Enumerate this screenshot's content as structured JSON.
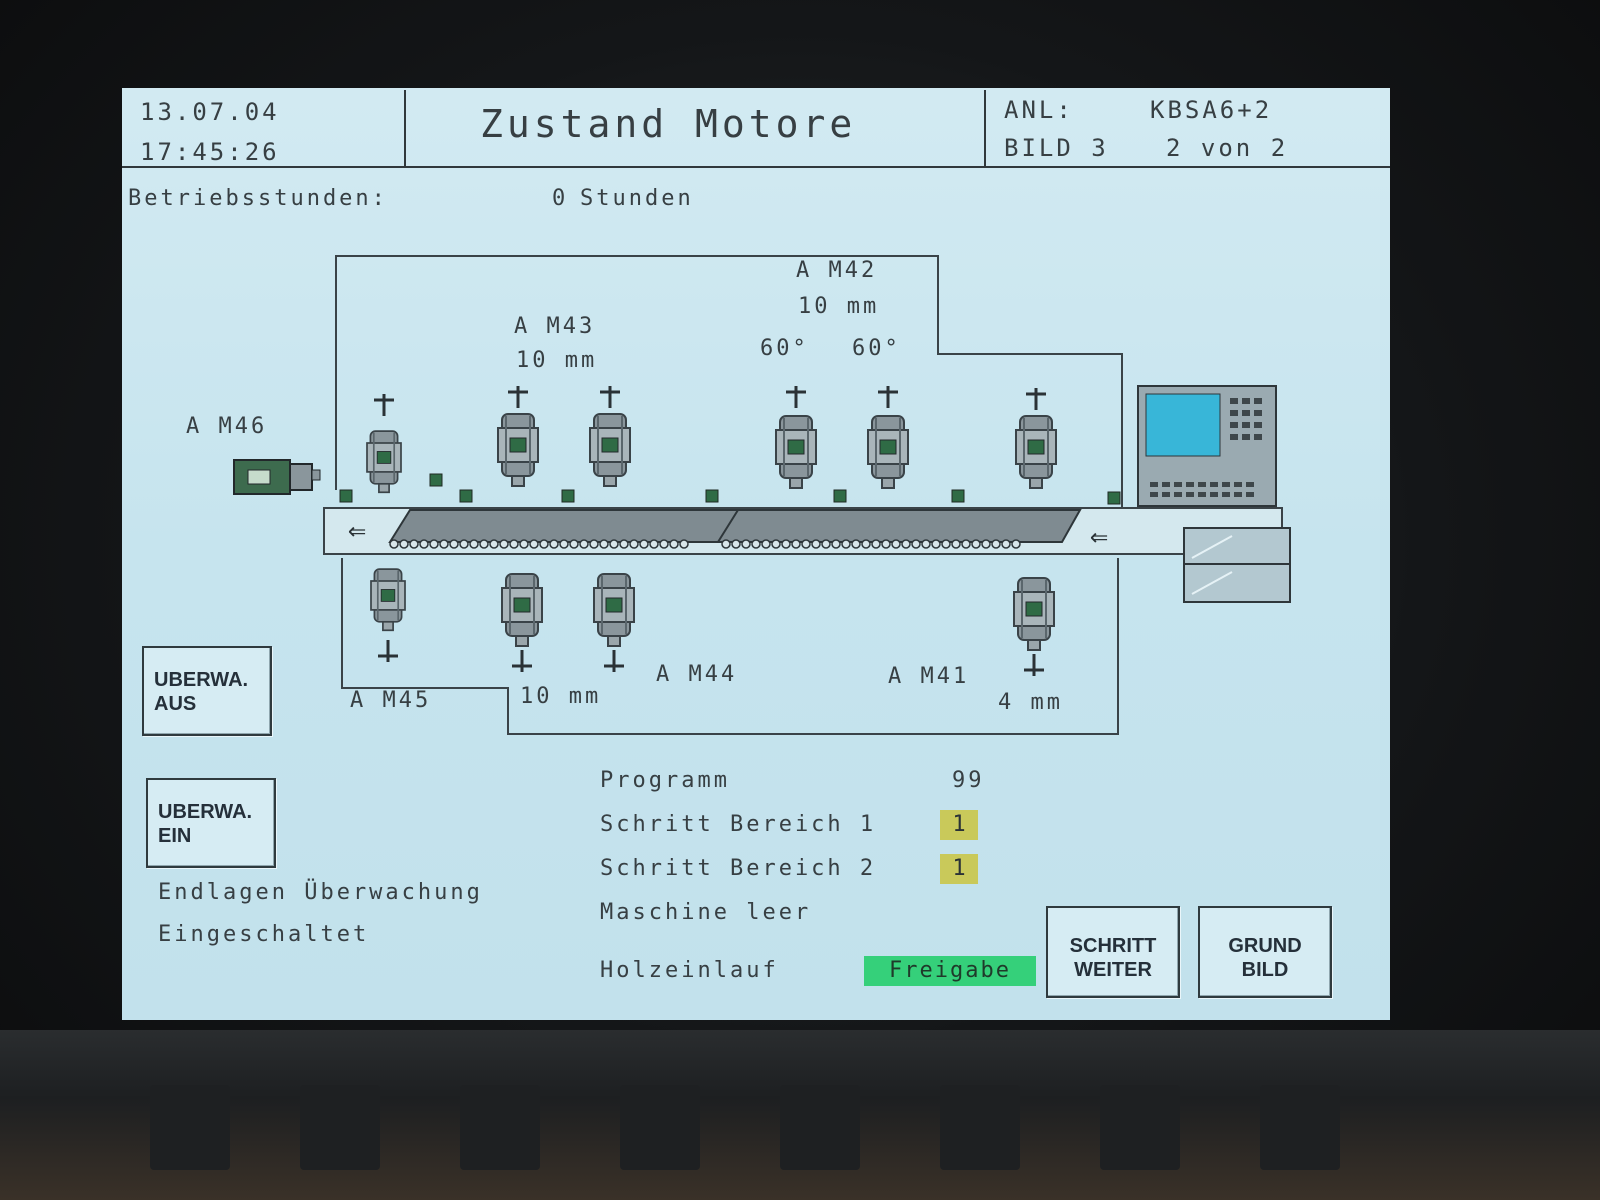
{
  "header": {
    "date": "13.07.04",
    "time": "17:45:26",
    "title": "Zustand Motore",
    "anl_label": "ANL:",
    "anl_value": "KBSA6+2",
    "bild_label": "BILD 3",
    "page_info": "2 von 2"
  },
  "operating_hours": {
    "label": "Betriebsstunden:",
    "value": "0",
    "unit": "Stunden"
  },
  "diagram": {
    "motors": [
      {
        "id": "m46",
        "label": "A  M46"
      },
      {
        "id": "m43",
        "label": "A  M43",
        "detail": "10  mm"
      },
      {
        "id": "m42",
        "label": "A  M42",
        "detail": "10  mm",
        "angles": [
          "60°",
          "60°"
        ]
      },
      {
        "id": "m45",
        "label": "A  M45"
      },
      {
        "id": "m44",
        "label": "A  M44",
        "detail": "10  mm"
      },
      {
        "id": "m41",
        "label": "A  M41",
        "detail": "4  mm"
      }
    ],
    "indicator_color": "#2f6b45",
    "arrow_glyph": "⇐"
  },
  "buttons": {
    "ueberwa_aus": "UBERWA.\nAUS",
    "ueberwa_ein": "UBERWA.\nEIN",
    "schritt_weiter": "SCHRITT\nWEITER",
    "grund_bild": "GRUND\nBILD"
  },
  "monitoring": {
    "line1": "Endlagen Überwachung",
    "line2": "Eingeschaltet"
  },
  "status": {
    "programm_label": "Programm",
    "programm_value": "99",
    "schritt1_label": "Schritt Bereich 1",
    "schritt1_value": "1",
    "schritt2_label": "Schritt Bereich 2",
    "schritt2_value": "1",
    "maschine_label": "Maschine leer",
    "holzeinlauf_label": "Holzeinlauf",
    "holzeinlauf_value": "Freigabe"
  },
  "colors": {
    "screen_bg": "#c8e5ef",
    "step_box": "#c9c95a",
    "freigabe": "#35d07a",
    "panel_screen": "#38b6d8"
  }
}
